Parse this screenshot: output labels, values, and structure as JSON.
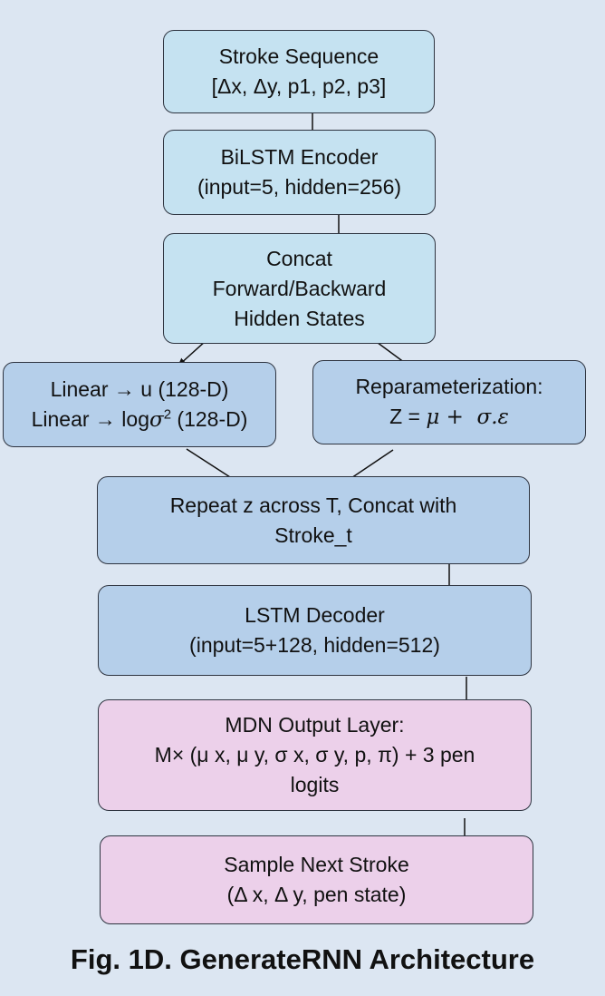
{
  "nodes": {
    "stroke_sequence": {
      "line1": "Stroke Sequence",
      "line2": "[Δx, Δy, p1, p2, p3]"
    },
    "bilstm_encoder": {
      "line1": "BiLSTM Encoder",
      "line2": "(input=5, hidden=256)"
    },
    "concat_states": {
      "line1": "Concat",
      "line2": "Forward/Backward",
      "line3": "Hidden States"
    },
    "linear_heads": {
      "line1": "Linear → u (128-D)",
      "line2_prefix": "Linear → log",
      "line2_sigma": "σ",
      "line2_exp": "2",
      "line2_suffix": " (128-D)"
    },
    "reparameterization": {
      "line1": "Reparameterization:",
      "line2_prefix": "Z = ",
      "line2_formula": "μ +  σ.ε"
    },
    "repeat_concat": {
      "line1": "Repeat z across T, Concat with",
      "line2": "Stroke_t"
    },
    "lstm_decoder": {
      "line1": "LSTM Decoder",
      "line2": "(input=5+128, hidden=512)"
    },
    "mdn_output": {
      "line1": "MDN Output Layer:",
      "line2": "M× (μ x, μ y, σ x, σ y, p, π) + 3 pen",
      "line3": "logits"
    },
    "sample_next": {
      "line1": "Sample Next Stroke",
      "line2": "(Δ x, Δ y, pen state)"
    }
  },
  "caption": "Fig. 1D. GenerateRNN Architecture",
  "colors": {
    "background": "#dce6f2",
    "encoder_fill": "#c5e2f1",
    "latent_fill": "#b5cfea",
    "output_fill": "#ecd0ea",
    "border": "#2e3440"
  }
}
